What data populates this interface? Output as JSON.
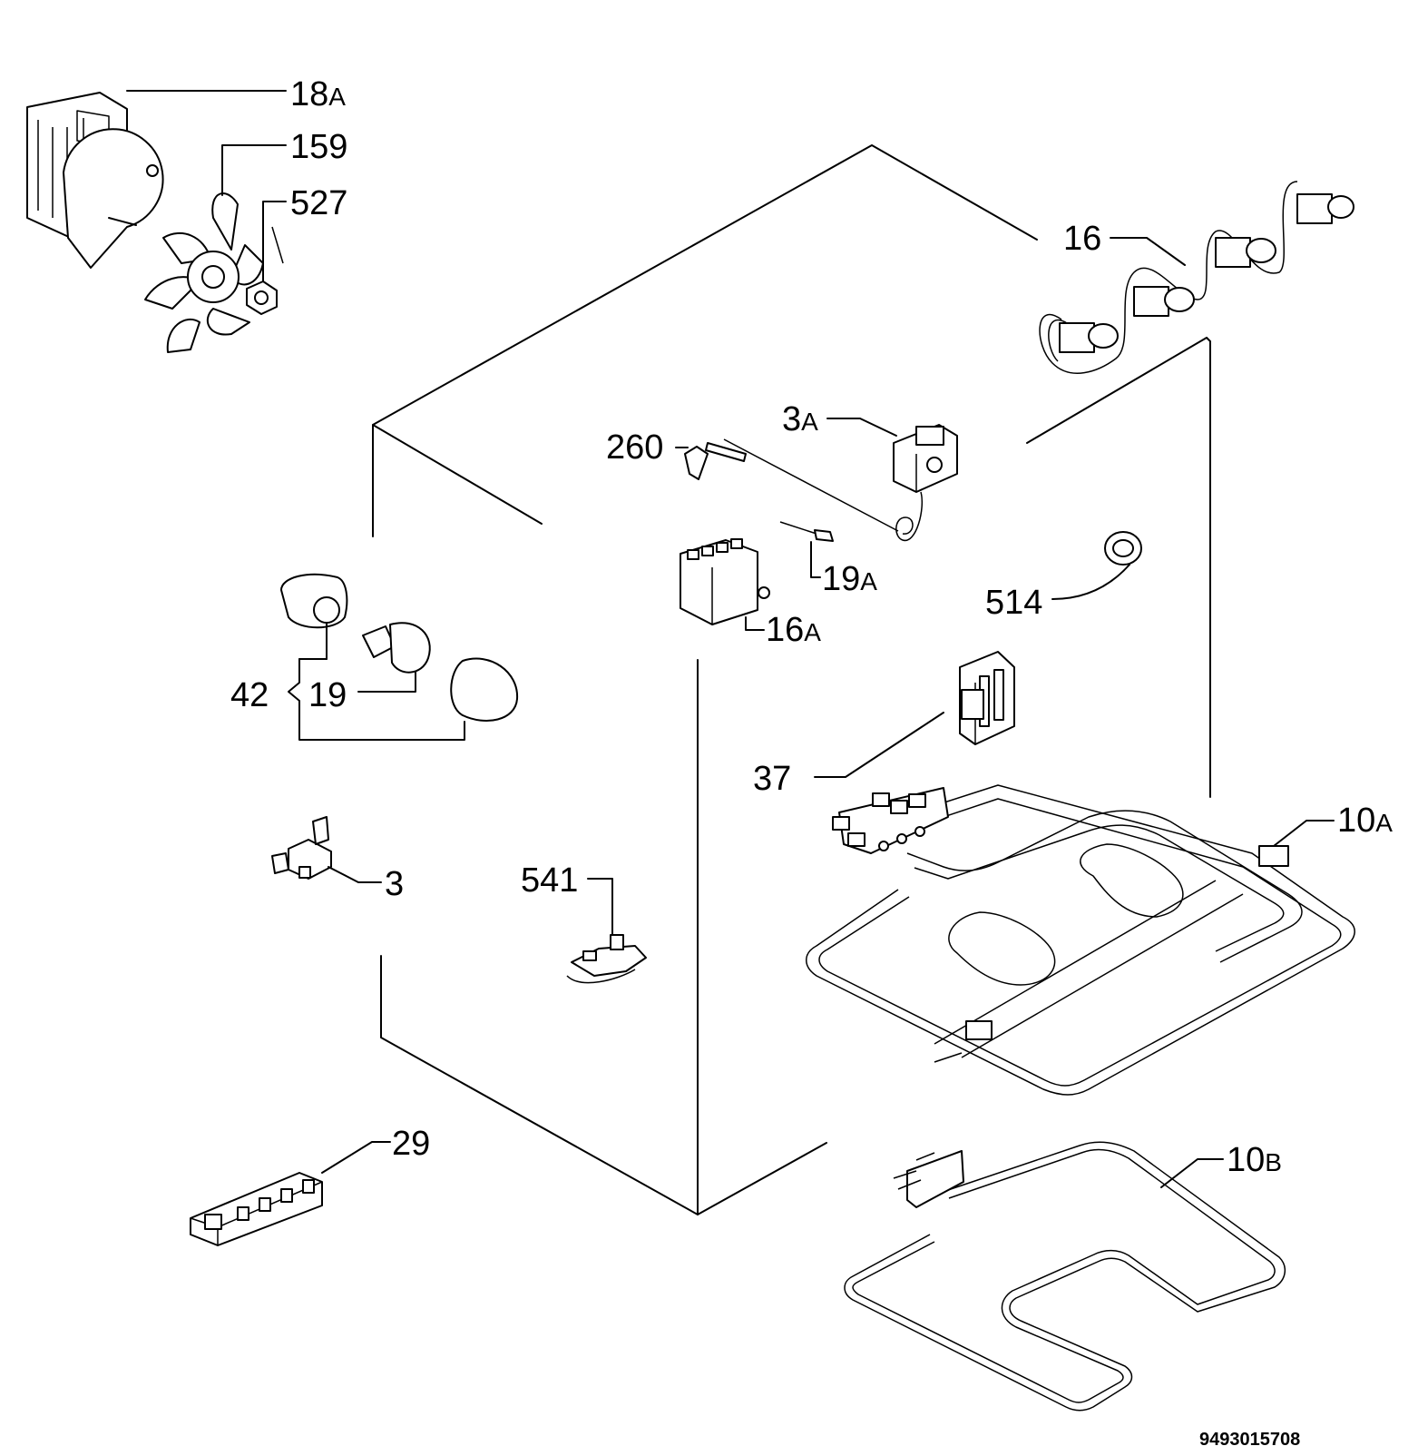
{
  "labels": {
    "p18": {
      "num": "18",
      "suffix": "A"
    },
    "p159": {
      "num": "159",
      "suffix": ""
    },
    "p527": {
      "num": "527",
      "suffix": ""
    },
    "p16": {
      "num": "16",
      "suffix": ""
    },
    "p3A": {
      "num": "3",
      "suffix": "A"
    },
    "p260": {
      "num": "260",
      "suffix": ""
    },
    "p19A": {
      "num": "19",
      "suffix": "A"
    },
    "p16A": {
      "num": "16",
      "suffix": "A"
    },
    "p514": {
      "num": "514",
      "suffix": ""
    },
    "p42": {
      "num": "42",
      "suffix": ""
    },
    "p19": {
      "num": "19",
      "suffix": ""
    },
    "p37": {
      "num": "37",
      "suffix": ""
    },
    "p10A": {
      "num": "10",
      "suffix": "A"
    },
    "p3": {
      "num": "3",
      "suffix": ""
    },
    "p541": {
      "num": "541",
      "suffix": ""
    },
    "p29": {
      "num": "29",
      "suffix": ""
    },
    "p10B": {
      "num": "10",
      "suffix": "B"
    }
  },
  "diagram_code": "9493015708"
}
